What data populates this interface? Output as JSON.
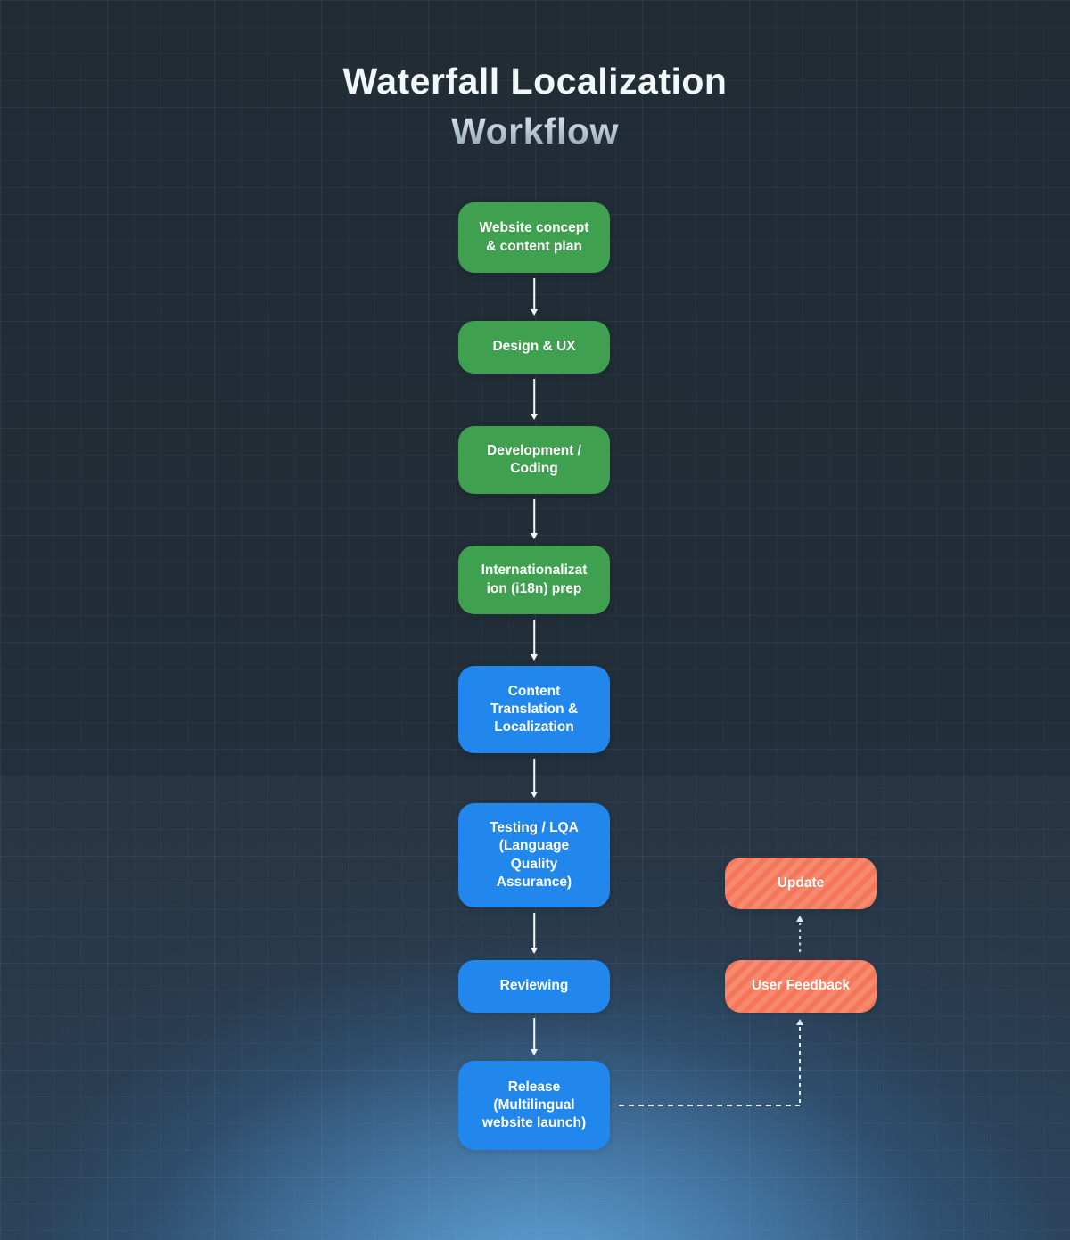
{
  "title": {
    "line1": "Waterfall Localization",
    "line2": "Workflow"
  },
  "flow": {
    "main_nodes": [
      {
        "label": "Website concept\n& content plan",
        "stage_color": "green"
      },
      {
        "label": "Design & UX",
        "stage_color": "green"
      },
      {
        "label": "Development /\nCoding",
        "stage_color": "green"
      },
      {
        "label": "Internationalizat\nion (i18n) prep",
        "stage_color": "green"
      },
      {
        "label": "Content\nTranslation &\nLocalization",
        "stage_color": "blue"
      },
      {
        "label": "Testing / LQA\n(Language\nQuality\nAssurance)",
        "stage_color": "blue"
      },
      {
        "label": "Reviewing",
        "stage_color": "blue"
      },
      {
        "label": "Release\n(Multilingual\nwebsite launch)",
        "stage_color": "blue"
      }
    ],
    "feedback_nodes": [
      {
        "label": "Update",
        "stage_color": "orange"
      },
      {
        "label": "User Feedback",
        "stage_color": "orange"
      }
    ],
    "feedback_loop": "Release → User Feedback → Update (dashed)"
  },
  "colors": {
    "green": "#3fa04f",
    "blue": "#2187ed",
    "orange": "#f4775c",
    "orange_stripe": "#f78a6e",
    "background": "#222d37",
    "glow": "#4f9ad8",
    "arrow": "#f4f8fb"
  }
}
